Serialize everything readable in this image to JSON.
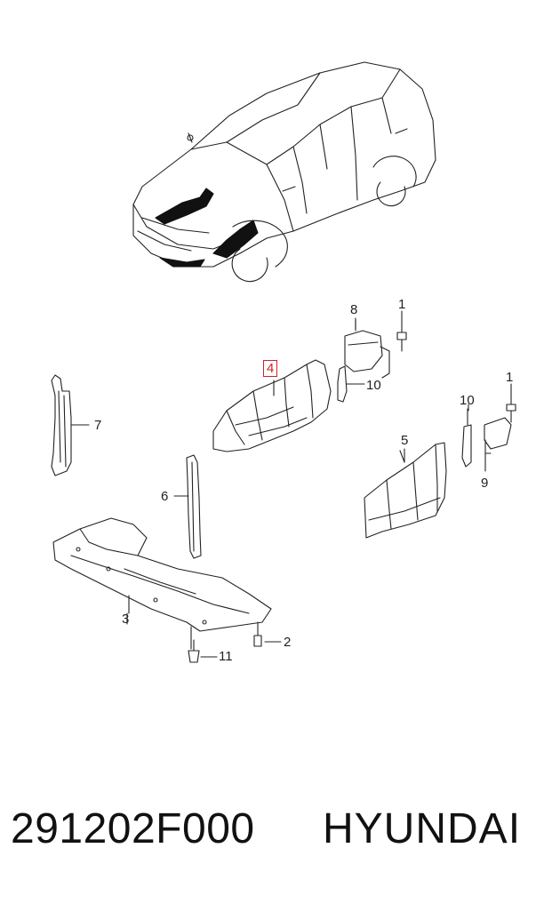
{
  "callouts": {
    "c1a": "1",
    "c1b": "1",
    "c2": "2",
    "c3": "3",
    "c4": "4",
    "c5": "5",
    "c6": "6",
    "c7": "7",
    "c8": "8",
    "c9": "9",
    "c10a": "10",
    "c10b": "10",
    "c11": "11"
  },
  "highlight_color": "#d0212a",
  "footer": {
    "part_number": "291202F000",
    "brand": "HYUNDAI"
  }
}
